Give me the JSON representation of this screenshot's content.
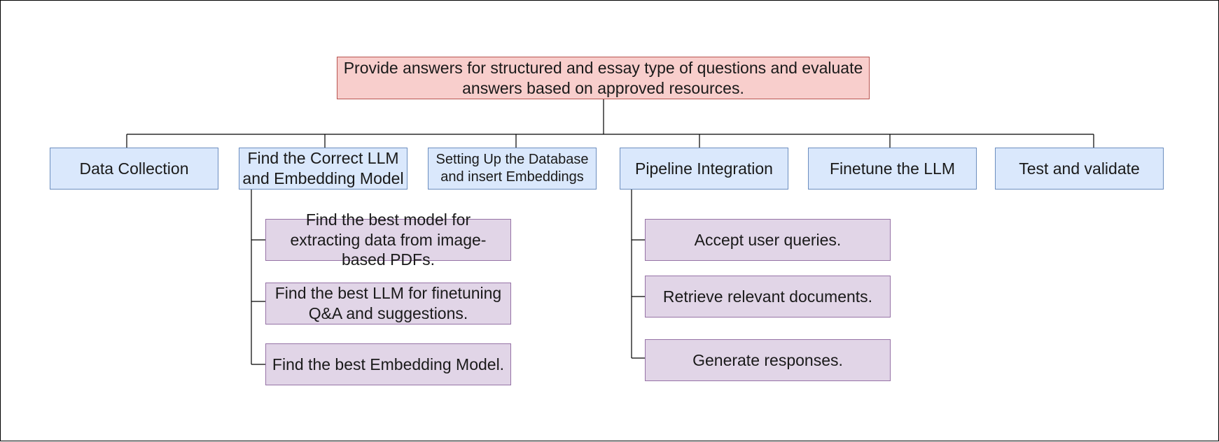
{
  "diagram": {
    "root": {
      "label": "Provide answers for structured and essay type of questions and evaluate answers based on approved resources."
    },
    "tasks": [
      {
        "label": "Data Collection"
      },
      {
        "label": "Find the Correct LLM and Embedding Model"
      },
      {
        "label": "Setting Up the Database and insert Embeddings"
      },
      {
        "label": "Pipeline Integration"
      },
      {
        "label": "Finetune the LLM"
      },
      {
        "label": "Test and validate"
      }
    ],
    "model_subtasks": [
      {
        "label": "Find the best model for extracting data from image-based PDFs."
      },
      {
        "label": "Find the best LLM for finetuning Q&A and suggestions."
      },
      {
        "label": "Find the best Embedding Model."
      }
    ],
    "pipeline_subtasks": [
      {
        "label": "Accept user queries."
      },
      {
        "label": "Retrieve relevant documents."
      },
      {
        "label": "Generate responses."
      }
    ],
    "colors": {
      "root_fill": "#f8cecc",
      "root_stroke": "#b85450",
      "task_fill": "#dae8fc",
      "task_stroke": "#6c8ebf",
      "subtask_fill": "#e1d5e7",
      "subtask_stroke": "#9673a6",
      "connector": "#000000"
    }
  }
}
